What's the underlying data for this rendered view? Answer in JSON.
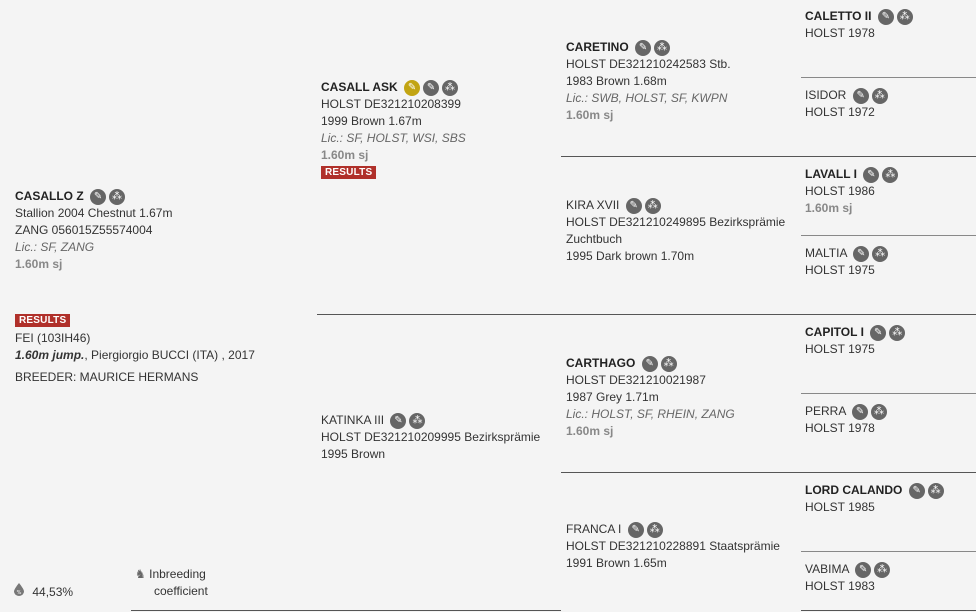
{
  "gen1": {
    "name": "CASALLO Z",
    "line1": "Stallion 2004 Chestnut 1.67m",
    "line2": "ZANG 056015Z55574004",
    "lic": "Lic.: SF, ZANG",
    "sj": "1.60m sj",
    "results_label": "RESULTS",
    "fei": "FEI (103IH46)",
    "achievement_bold": "1.60m jump.",
    "achievement_rest": ", Piergiorgio BUCCI (ITA) , 2017",
    "breeder": "BREEDER: MAURICE HERMANS"
  },
  "sire": {
    "name": "CASALL ASK",
    "line1": "HOLST DE321210208399",
    "line2": "1999 Brown 1.67m",
    "lic": "Lic.: SF, HOLST, WSI, SBS",
    "sj": "1.60m sj",
    "results_label": "RESULTS"
  },
  "dam": {
    "name": "KATINKA III",
    "line1": "HOLST DE321210209995 Bezirksprämie",
    "line2": "1995 Brown"
  },
  "ss": {
    "name": "CARETINO",
    "line1": "HOLST DE321210242583 Stb.",
    "line2": "1983 Brown 1.68m",
    "lic": "Lic.: SWB, HOLST, SF, KWPN",
    "sj": "1.60m sj"
  },
  "sd": {
    "name": "KIRA XVII",
    "line1": "HOLST DE321210249895 Bezirksprämie",
    "line2": "Zuchtbuch",
    "line3": "1995 Dark brown 1.70m"
  },
  "ds": {
    "name": "CARTHAGO",
    "line1": "HOLST DE321210021987",
    "line2": "1987 Grey 1.71m",
    "lic": "Lic.: HOLST, SF, RHEIN, ZANG",
    "sj": "1.60m sj"
  },
  "dd": {
    "name": "FRANCA I",
    "line1": "HOLST DE321210228891 Staatsprämie",
    "line2": "1991 Brown 1.65m"
  },
  "g4": [
    {
      "name": "CALETTO II",
      "line1": "HOLST 1978"
    },
    {
      "name": "ISIDOR",
      "line1": "HOLST 1972"
    },
    {
      "name": "LAVALL I",
      "line1": "HOLST 1986",
      "sj": "1.60m sj"
    },
    {
      "name": "MALTIA",
      "line1": "HOLST 1975"
    },
    {
      "name": "CAPITOL I",
      "line1": "HOLST 1975"
    },
    {
      "name": "PERRA",
      "line1": "HOLST 1978"
    },
    {
      "name": "LORD CALANDO",
      "line1": "HOLST 1985"
    },
    {
      "name": "VABIMA",
      "line1": "HOLST 1983"
    }
  ],
  "footer": {
    "percent": "44,53%",
    "inbreeding_line1": "Inbreeding",
    "inbreeding_line2": "coefficient"
  },
  "icons": {
    "edit": "pencil-icon",
    "pedigree": "pedigree-icon",
    "edit_active": "pencil-icon-gold",
    "percent": "percent-drop-icon",
    "horse": "horse-icon"
  },
  "colors": {
    "results": "#b0302a",
    "gold": "#c2a412",
    "icon": "#666666",
    "background": "#f4f4f4"
  }
}
